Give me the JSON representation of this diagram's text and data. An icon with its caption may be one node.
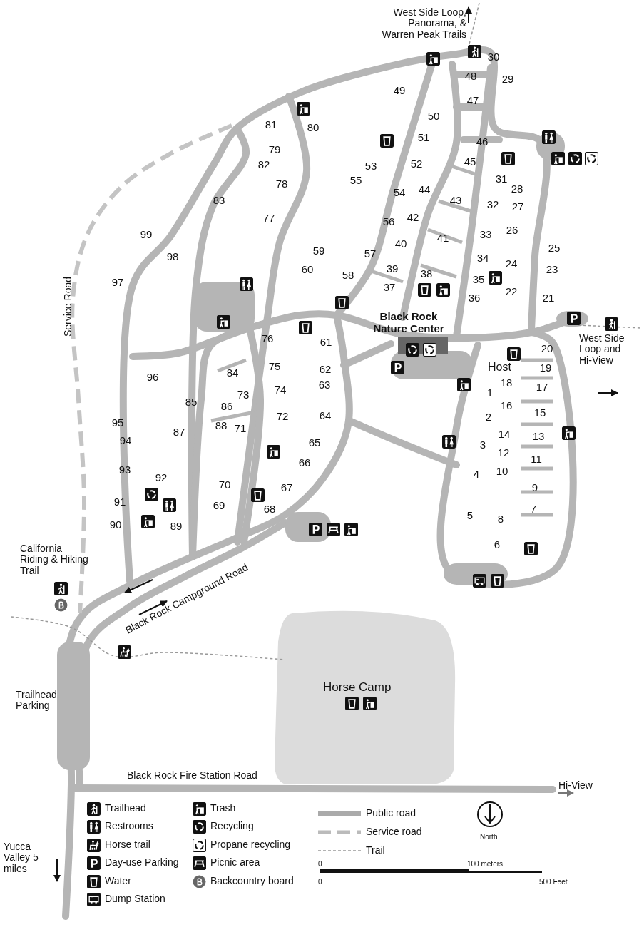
{
  "diagram": {
    "labels": [
      "West Side Loop, Panorama, & Warren Peak Trails",
      "Black Rock Nature Center",
      "Host",
      "West Side Loop and Hi-View",
      "Service Road",
      "California Riding & Hiking Trail",
      "Black Rock Campground Road",
      "Trailhead Parking",
      "Horse Camp",
      "Black Rock Fire Station Road",
      "Hi-View",
      "Yucca Valley 5 miles",
      "North",
      "0",
      "100 meters",
      "0",
      "500 Feet",
      "1",
      "2",
      "3",
      "4",
      "5",
      "6",
      "7",
      "8",
      "9",
      "10",
      "11",
      "12",
      "13",
      "14",
      "15",
      "16",
      "17",
      "18",
      "19",
      "20",
      "21",
      "22",
      "23",
      "24",
      "25",
      "26",
      "27",
      "28",
      "29",
      "30",
      "31",
      "32",
      "33",
      "34",
      "35",
      "36",
      "37",
      "38",
      "39",
      "40",
      "41",
      "42",
      "43",
      "44",
      "45",
      "46",
      "47",
      "48",
      "49",
      "50",
      "51",
      "52",
      "53",
      "54",
      "55",
      "56",
      "57",
      "58",
      "59",
      "60",
      "61",
      "62",
      "63",
      "64",
      "65",
      "66",
      "67",
      "68",
      "69",
      "70",
      "71",
      "72",
      "73",
      "74",
      "75",
      "76",
      "77",
      "78",
      "79",
      "80",
      "81",
      "82",
      "83",
      "84",
      "85",
      "86",
      "87",
      "88",
      "89",
      "90",
      "91",
      "92",
      "93",
      "94",
      "95",
      "96",
      "97",
      "98",
      "99"
    ],
    "legend": [
      {
        "text": "Trailhead"
      },
      {
        "text": "Restrooms"
      },
      {
        "text": "Horse trail"
      },
      {
        "text": "Day-use Parking"
      },
      {
        "text": "Water"
      },
      {
        "text": "Dump Station"
      },
      {
        "text": "Trash"
      },
      {
        "text": "Recycling"
      },
      {
        "text": "Propane recycling"
      },
      {
        "text": "Picnic area"
      },
      {
        "text": "Backcountry board"
      },
      {
        "text": "Public road"
      },
      {
        "text": "Service road"
      },
      {
        "text": "Trail"
      }
    ]
  }
}
